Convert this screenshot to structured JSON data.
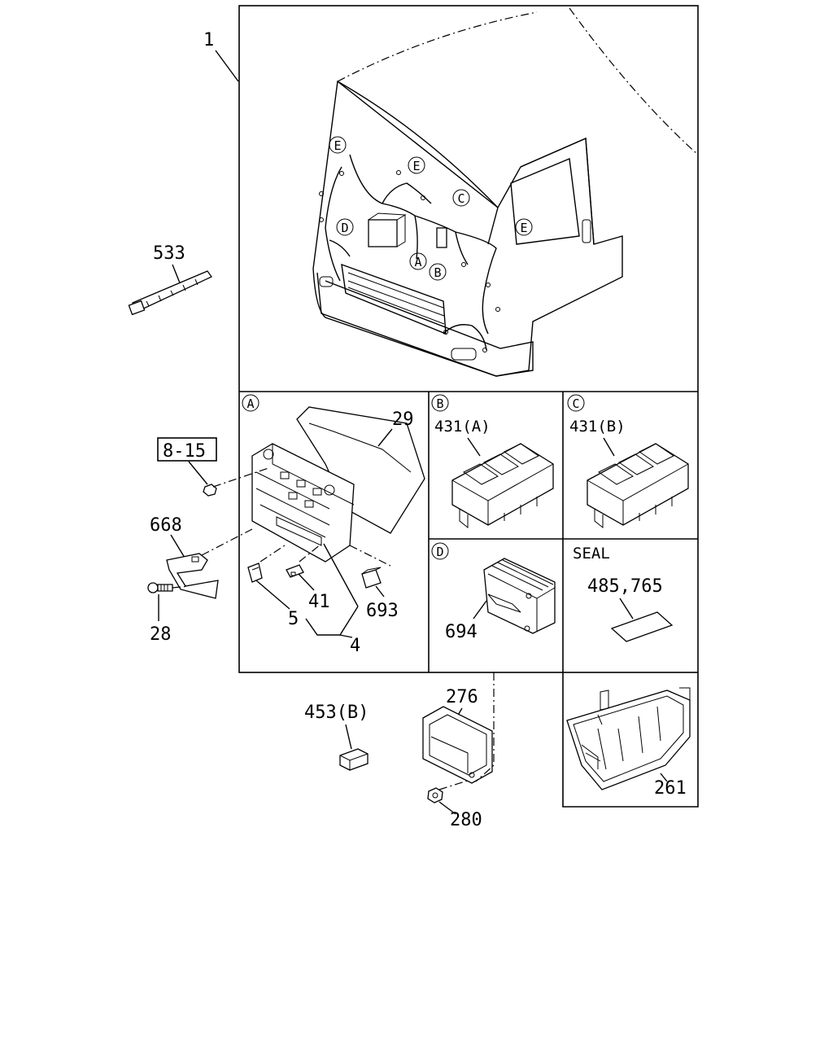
{
  "callouts": {
    "c1": "1",
    "c533": "533",
    "c8_15": "8-15",
    "c668": "668",
    "c28": "28",
    "c29": "29",
    "c41": "41",
    "c5": "5",
    "c4": "4",
    "c693": "693",
    "c431a": "431(A)",
    "c431b": "431(B)",
    "c694": "694",
    "seal": "SEAL",
    "c485_765": "485,765",
    "c453b": "453(B)",
    "c276": "276",
    "c280": "280",
    "c261": "261"
  },
  "circle_letters": {
    "A": "A",
    "B": "B",
    "C": "C",
    "D": "D",
    "E": "E"
  }
}
